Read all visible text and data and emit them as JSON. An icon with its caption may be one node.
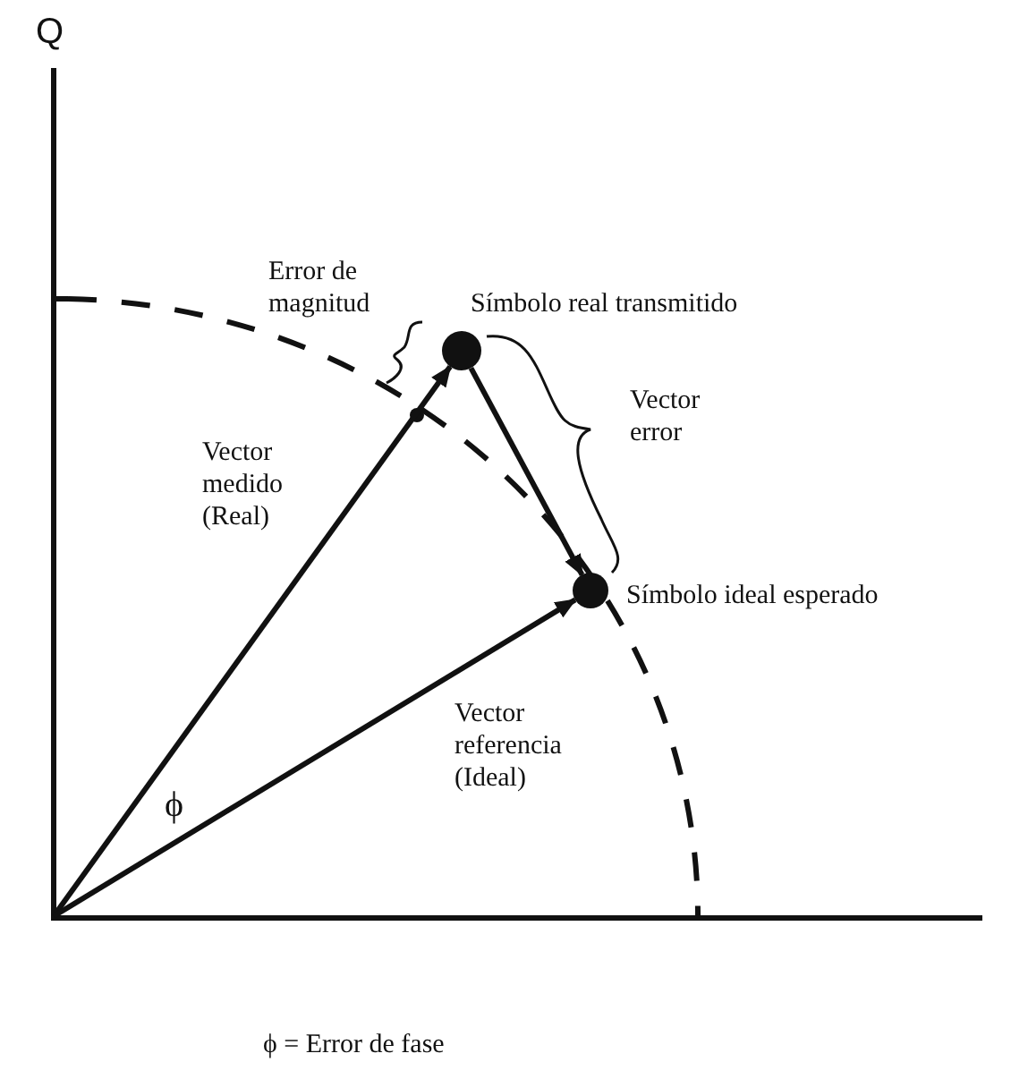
{
  "diagram": {
    "nodes": [
      {
        "text": [],
        "shape": "circle",
        "beside": [
          "Símbolo real transmitido"
        ]
      },
      {
        "text": [],
        "shape": "circle",
        "beside": [
          "Símbolo ideal esperado"
        ]
      }
    ],
    "edges": [
      {
        "from": null,
        "to": 0,
        "arrow": "to"
      },
      {
        "from": null,
        "to": 1,
        "arrow": "to"
      },
      {
        "from": 0,
        "to": 1,
        "arrow": "to"
      }
    ],
    "labels": [
      "Q",
      "Error de magnitud",
      "Vector error",
      "Vector medido (Real)",
      "ϕ",
      "Vector referencia (Ideal)",
      "ϕ = Error de fase"
    ]
  }
}
